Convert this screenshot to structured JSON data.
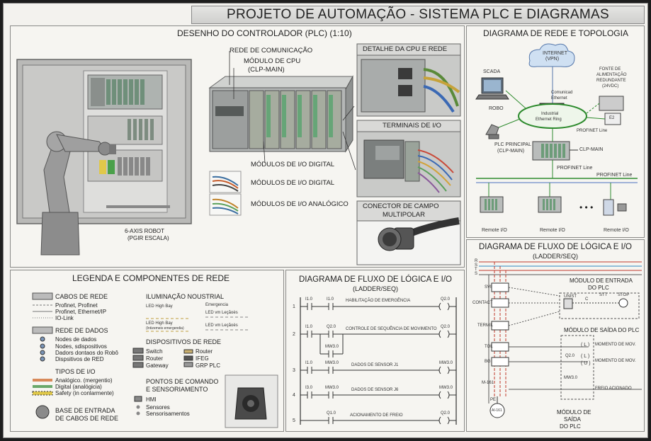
{
  "title": "PROJETO DE AUTOMAÇÃO - SISTEMA PLC E DIAGRAMAS",
  "controller": {
    "title": "DESENHO DO CONTROLADOR (PLC) (1:10)",
    "robot_label": "6-AXIS ROBOT",
    "robot_sub": "(PGIR ESCALA)",
    "rede_comunicacao": "REDE DE COMUNICAÇÃO",
    "modulo_cpu": "MÓDULO DE CPU",
    "modulo_cpu_sub": "(CLP-MAIN)",
    "io_digital_1": "MÓDULOS DE I/O DIGITAL",
    "io_digital_2": "MÓDULOS DE I/O DIGITAL",
    "io_analog": "MÓDULOS DE I/O ANALÓGICO",
    "cpu_detail": "DETALHE DA CPU E REDE",
    "io_terminals": "TERMINAIS DE I/O",
    "connector_l1": "CONECTOR DE CAMPO",
    "connector_l2": "MULTIPOLAR"
  },
  "network": {
    "title": "DIAGRAMA DE REDE E TOPOLOGIA",
    "internet": "INTERNET",
    "vpn": "(VPN)",
    "scada": "SCADA",
    "fonte_1": "FONTE DE",
    "fonte_2": "ALIMENTAÇÃO",
    "fonte_3": "REDUNDANTE",
    "fonte_4": "(24VDC)",
    "comunicad": "Comunicad",
    "ethernet": "Ethernet",
    "robo": "ROBO",
    "ring_1": "Industrial",
    "ring_2": "Ethernet Ring",
    "profinet_line_1": "PROFINET Line",
    "plc_principal": "PLC PRINCIPAL",
    "plc_principal_sub": "(CLP-MAIN)",
    "clp_main": "CLP-MAIN",
    "profinet_line_2": "PROFINET Line",
    "profinet_line_3": "PROFINET Line",
    "remote_1": "Remote I/O",
    "remote_2": "Remote I/O",
    "remote_3": "Remote I/O",
    "e2": "E2",
    "dots": "• • •"
  },
  "legend": {
    "title": "LEGENDA E COMPONENTES DE REDE",
    "cabos_head": "CABOS DE REDE",
    "cabo_1": "Profinet, Profinet",
    "cabo_2": "Profinet, Ethernet/IP",
    "cabo_3": "IO-Link",
    "dados_head": "REDE DE DADOS",
    "dados_1": "Nodes de dados",
    "dados_2": "Nodes, sdispositivos",
    "dados_3": "Dadors dontaos do Robô",
    "dados_4": "Dispsitivos de RED",
    "tipos_head": "TIPOS DE I/O",
    "tipo_1": "Analógico. (mergentio)",
    "tipo_2": "Digital (analógicia)",
    "tipo_3": "Safety (in conlarmente)",
    "base_1": "BASE DE ENTRADA",
    "base_2": "DE CABOS DE REDE",
    "ilum_head": "ILUMINAÇÃO NOUSTRIAL",
    "led_high_bay": "LED High Bay",
    "emergencia": "Emergencia",
    "led_legacoes_1": "LED vm Leçãoès",
    "led_high_bay_2": "LED High Bay",
    "led_high_bay_2_sub": "(Intizemeis emergendia)",
    "led_legacoes_2": "LED vm Leçãoès",
    "disp_head": "DISPOSITIVOS DE REDE",
    "switch": "Switch",
    "router_1": "Router",
    "router_2": "Router",
    "ifeg": "IFEG",
    "gateway": "Gateway",
    "grp_plc": "GRP PLC",
    "pontos_1": "PONTOS DE COMANDO",
    "pontos_2": "E SENSORIAMENTO",
    "hmi": "HMI",
    "sensores": "Sensores",
    "sensoriamentos": "Sensorisamentos"
  },
  "ladder": {
    "title": "DIAGRAMA DE FLUXO DE LÓGICA E I/O",
    "subtitle": "(LADDER/SEQ)",
    "rungs": [
      {
        "num": "1",
        "c1": "I1.0",
        "c2": "I1.0",
        "desc": "HABILITAÇÃO DE EMERGÊNCIA",
        "coil": "Q2.0"
      },
      {
        "num": "2",
        "c1": "I1.0",
        "c2": "Q2.0",
        "desc": "CONTROLE DE SEQUÊNCIA DE MOVIMENTO",
        "coil": "Q2.0",
        "branch": "MW3.0"
      },
      {
        "num": "3",
        "c1": "I1.0",
        "c2": "MW3.0",
        "desc": "DADOS DE SENSOR J1",
        "coil": "MW3.0"
      },
      {
        "num": "4",
        "c1": "I3.0",
        "c2": "MW3.0",
        "desc": "DADOS DE SENSOR J6",
        "coil": "MW3.0"
      },
      {
        "num": "5",
        "c1": "",
        "c2": "Q1.0",
        "desc": "ACIONAMENTO DE FREIO",
        "coil": "Q2.0"
      }
    ]
  },
  "ladder2": {
    "title": "DIAGRAMA DE FLUXO DE LÓGICA E I/O",
    "subtitle": "(LADDER/SEQ)",
    "rails": [
      "R",
      "S",
      "T",
      "S"
    ],
    "sv1": "SVI",
    "contact": "CONTACT",
    "termil": "TERMIL",
    "tol": "TOL",
    "bg": "BG",
    "m161": "M-161",
    "pe": "PE",
    "ai161": "AI-161",
    "entrada_1": "MÓDULO DE ENTRADA",
    "entrada_2": "DO PLC",
    "unist": "UNIST",
    "stt": "STT",
    "stop": "STOP",
    "c": "C",
    "saida_head": "MÓDULO DE SAÍDA DO PLC",
    "mom1": "MOMENTO DE MOV.",
    "q20": "Q2.0",
    "mom2": "MOMENTO DE MOV.",
    "mw30": "MW3.0",
    "freio": "FREIO ACIONADO",
    "saida_b1": "MÓDULO DE",
    "saida_b2": "SAÍDA",
    "saida_b3": "DO PLC",
    "l1": "( L )",
    "l2": "( L )",
    "l3": "( U )"
  }
}
